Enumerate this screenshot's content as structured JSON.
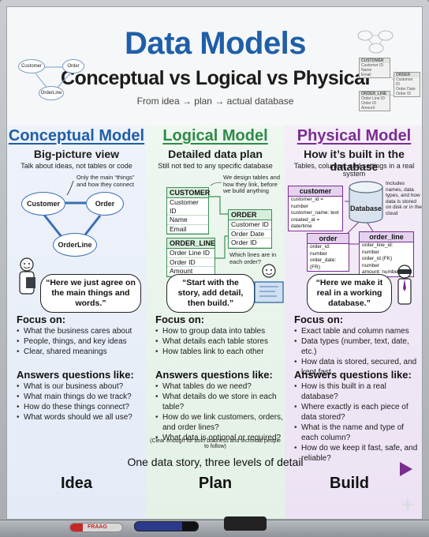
{
  "header": {
    "title": "Data Models",
    "subtitle": "Conceptual vs Logical vs Physical",
    "tagline": "From idea → plan → actual database"
  },
  "top_left_diagram": {
    "nodes": [
      "Customer",
      "Order",
      "OrderLine"
    ]
  },
  "top_right_diagram": {
    "customer": {
      "name": "CUSTOMER",
      "fields": [
        "Customer ID",
        "Name",
        "Email"
      ]
    },
    "order": {
      "name": "ORDER",
      "fields": [
        "Customer ID",
        "Order Date",
        "Order ID"
      ]
    },
    "order_line": {
      "name": "ORDER_LINE",
      "fields": [
        "Order Line ID",
        "Order ID",
        "Amount"
      ]
    }
  },
  "columns": [
    {
      "heading": "Conceptual Model",
      "subheading": "Big-picture view",
      "note": "Talk about ideas, not tables or code",
      "diagram_note": "Only the main “things” and how they connect",
      "nodes": [
        "Customer",
        "Order",
        "OrderLine"
      ],
      "speech": "“Here we just agree on the main things and words.”",
      "focus_title": "Focus on:",
      "focus": [
        "What the business cares about",
        "People, things, and key ideas",
        "Clear, shared meanings"
      ],
      "questions_title": "Answers questions like:",
      "questions": [
        "What is our business about?",
        "What main things do we track?",
        "How do these things connect?",
        "What words should we all use?"
      ],
      "color": "#1f5fa8"
    },
    {
      "heading": "Logical Model",
      "subheading": "Detailed data plan",
      "note": "Still not tied to any specific database",
      "diagram_note": "We design tables and how they link, before we build anything",
      "side_note": "Which lines are in each order?",
      "tables": [
        {
          "name": "CUSTOMER",
          "fields": [
            "Customer ID",
            "Name",
            "Email"
          ]
        },
        {
          "name": "ORDER",
          "fields": [
            "Customer ID",
            "Order Date",
            "Order ID"
          ]
        },
        {
          "name": "ORDER_LINE",
          "fields": [
            "Order Line ID",
            "Order ID",
            "Amount"
          ]
        }
      ],
      "speech": "“Start with the story, add detail, then build.”",
      "focus_title": "Focus on:",
      "focus": [
        "How to group data into tables",
        "What details each table stores",
        "How tables link to each other"
      ],
      "questions_title": "Answers questions like:",
      "questions": [
        "What tables do we need?",
        "What details do we store in each table?",
        "How do we link customers, orders, and order lines?",
        "What data is optional or required?"
      ],
      "footnote": "(Clear enough for both business and technical people to follow)",
      "color": "#2e8b47"
    },
    {
      "heading": "Physical Model",
      "subheading": "How it’s built in the database",
      "note": "Tables, columns, and settings in a real system",
      "diagram_note": "Includes names, data types, and how data is stored on disk or in the cloud",
      "database_label": "Database",
      "tables": [
        {
          "name": "customer",
          "fields": [
            "customer_id = number",
            "customer_name: text",
            "created_at = date/time"
          ]
        },
        {
          "name": "order",
          "fields": [
            "order_id: number",
            "order_date: (FR)"
          ]
        },
        {
          "name": "order_line",
          "fields": [
            "order_line_id: number",
            "order_id (FK) number",
            "amount: number"
          ]
        }
      ],
      "speech": "“Here we make it real in a working database.”",
      "focus_title": "Focus on:",
      "focus": [
        "Exact table and column names",
        "Data types (number, text, date, etc.)",
        "How data is stored, secured, and kept fast"
      ],
      "questions_title": "Answers questions like:",
      "questions": [
        "How is this built in a real database?",
        "Where exactly is each piece of data stored?",
        "What is the name and type of each column?",
        "How do we keep it fast, safe, and reliable?"
      ],
      "color": "#7a2d91"
    }
  ],
  "bottom": {
    "caption": "One data story, three levels of detail",
    "stages": [
      "Idea",
      "Plan",
      "Build"
    ]
  },
  "markers": {
    "red_label": "FRAAG"
  }
}
